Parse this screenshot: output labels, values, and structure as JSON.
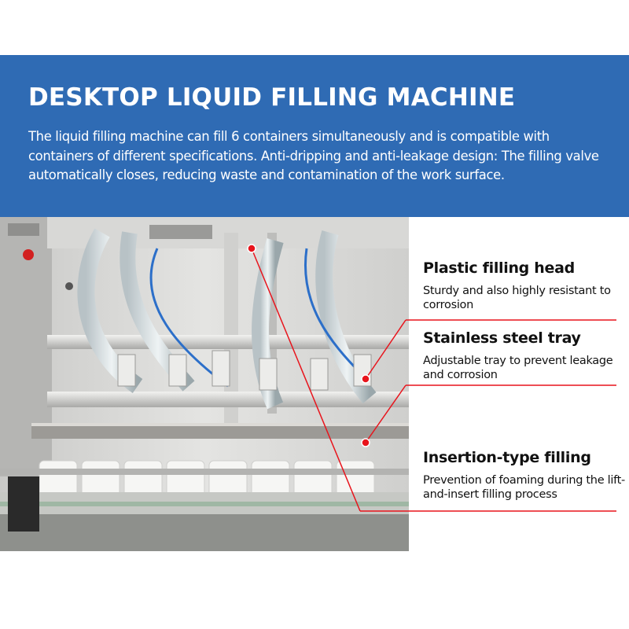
{
  "banner": {
    "title": "DESKTOP LIQUID FILLING MACHINE",
    "description": "The liquid filling machine can fill 6 containers simultaneously and is compatible with containers of different specifications. Anti-dripping and anti-leakage design: The filling valve automatically closes, reducing waste and contamination of the work surface."
  },
  "callouts": [
    {
      "title": "Plastic filling head",
      "description": "Sturdy and also highly resistant to corrosion"
    },
    {
      "title": "Stainless steel tray",
      "description": "Adjustable tray to prevent leakage and corrosion"
    },
    {
      "title": "Insertion-type filling",
      "description": "Prevention of foaming during the lift-and-insert filling process"
    }
  ],
  "colors": {
    "banner": "#2f6bb4",
    "marker": "#e8141c",
    "text": "#111111"
  }
}
